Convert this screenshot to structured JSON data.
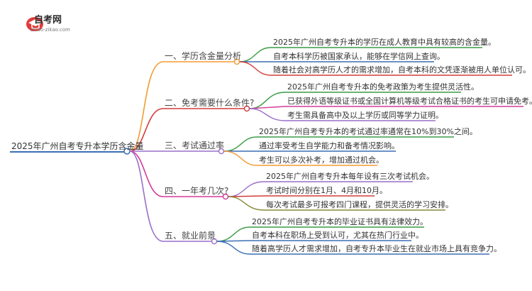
{
  "logo": {
    "title": "自考网",
    "subtitle": "zikao-zikao.com",
    "icon": "graduation-cap-icon"
  },
  "mindmap": {
    "root": "2025年广州自考专升本学历含金量",
    "branches": [
      {
        "label": "一、学历含金量分析",
        "color": "#f39b32",
        "leaves": [
          {
            "text": "2025年广州自考专升本的学历在成人教育中具有较高的含金量。",
            "color": "#3c9b46"
          },
          {
            "text": "自考本科学历被国家承认，能够在学信网上查询。",
            "color": "#3b6fb6"
          },
          {
            "text": "随着社会对高学历人才的需求增加，自考本科的文凭逐渐被用人单位认可。",
            "color": "#d43b3b"
          }
        ]
      },
      {
        "label": "二、免考需要什么条件?",
        "color": "#d43b3b",
        "leaves": [
          {
            "text": "2025年广州自考专升本的免考政策为考生提供灵活性。",
            "color": "#3c9b46"
          },
          {
            "text": "已获得外语等级证书或全国计算机等级考试合格证书的考生可申请免考。",
            "color": "#d43b9a"
          },
          {
            "text": "考生需具备高中及以上学历或同等学力证明。",
            "color": "#9a6fc8"
          }
        ]
      },
      {
        "label": "三、考试通过率",
        "color": "#9a6fc8",
        "leaves": [
          {
            "text": "2025年广州自考专升本的考试通过率通常在10%到30%之间。",
            "color": "#3c9b46"
          },
          {
            "text": "通过率受考生自学能力和备考情况影响。",
            "color": "#3b6fb6"
          },
          {
            "text": "考生可以多次补考，增加通过机会。",
            "color": "#f39b32"
          }
        ]
      },
      {
        "label": "四、一年考几次?",
        "color": "#d43b9a",
        "leaves": [
          {
            "text": "2025年广州自考专升本每年设有三次考试机会。",
            "color": "#9a6fc8"
          },
          {
            "text": "考试时间分别在1月、4月和10月。",
            "color": "#d43b3b"
          },
          {
            "text": "每次考试最多可报考四门课程，提供灵活的学习安排。",
            "color": "#8a8a3a"
          }
        ]
      },
      {
        "label": "五、就业前景",
        "color": "#9a6fc8",
        "leaves": [
          {
            "text": "2025年广州自考专升本的毕业证书具有法律效力。",
            "color": "#3c9b46"
          },
          {
            "text": "自考本科在职场上受到认可，尤其在热门行业中。",
            "color": "#3b6fb6"
          },
          {
            "text": "随着高学历人才需求增加，自考专升本毕业生在就业市场上具有竞争力。",
            "color": "#3b6fb6"
          }
        ]
      }
    ]
  }
}
